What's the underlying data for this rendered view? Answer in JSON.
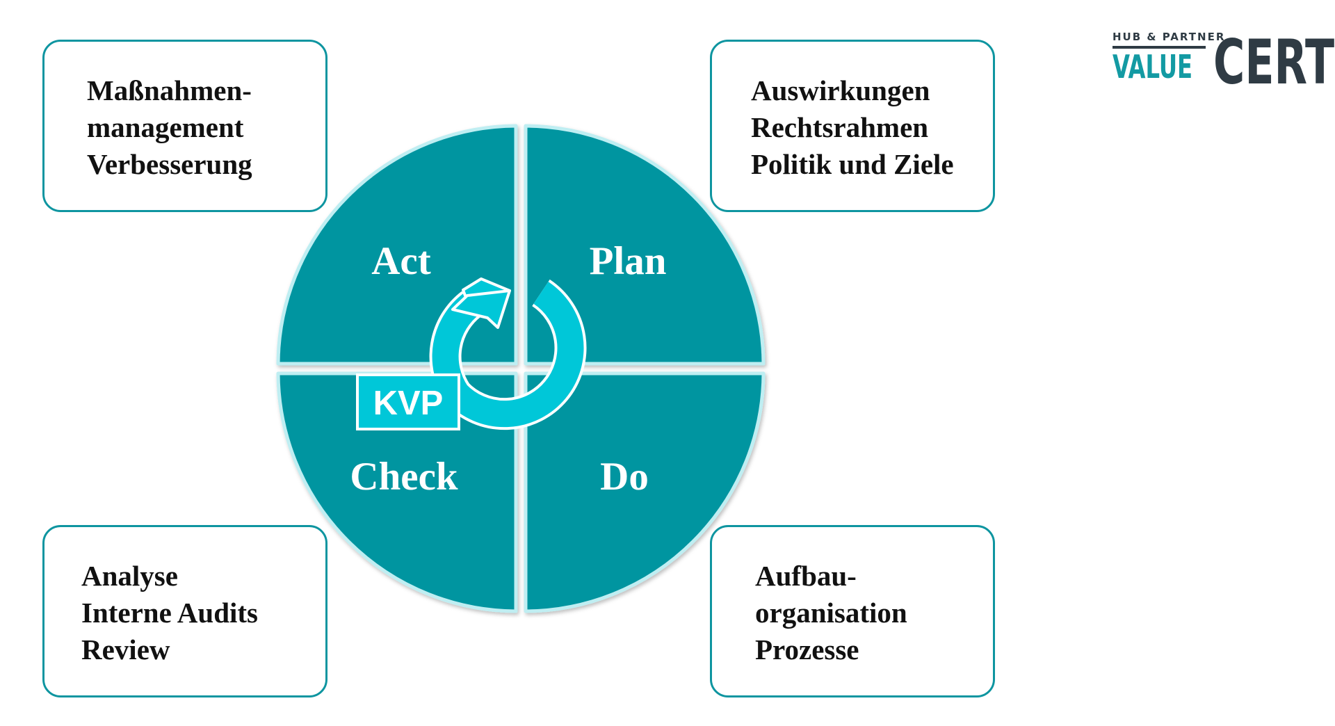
{
  "diagram": {
    "quadrants": {
      "act": "Act",
      "plan": "Plan",
      "check": "Check",
      "do": "Do"
    },
    "center_label": "KVP",
    "boxes": {
      "top_left": {
        "lines": [
          "Maßnahmen-",
          "management",
          "Verbesserung"
        ]
      },
      "top_right": {
        "lines": [
          "Auswirkungen",
          "Rechtsrahmen",
          "Politik und Ziele"
        ]
      },
      "bottom_left": {
        "lines": [
          "Analyse",
          "Interne Audits",
          "Review"
        ]
      },
      "bottom_right": {
        "lines": [
          "Aufbau-",
          "organisation",
          "Prozesse"
        ]
      }
    }
  },
  "logo": {
    "small_text": "HUB & PARTNER",
    "value_text": "VALUE",
    "cert_text": "CERT"
  },
  "colors": {
    "quadrant_fill": "#0395a0",
    "cycle_arrow": "#00c7d8",
    "box_border": "#0e95a0",
    "logo_value": "#139aa3",
    "logo_dark": "#2f3b44"
  }
}
